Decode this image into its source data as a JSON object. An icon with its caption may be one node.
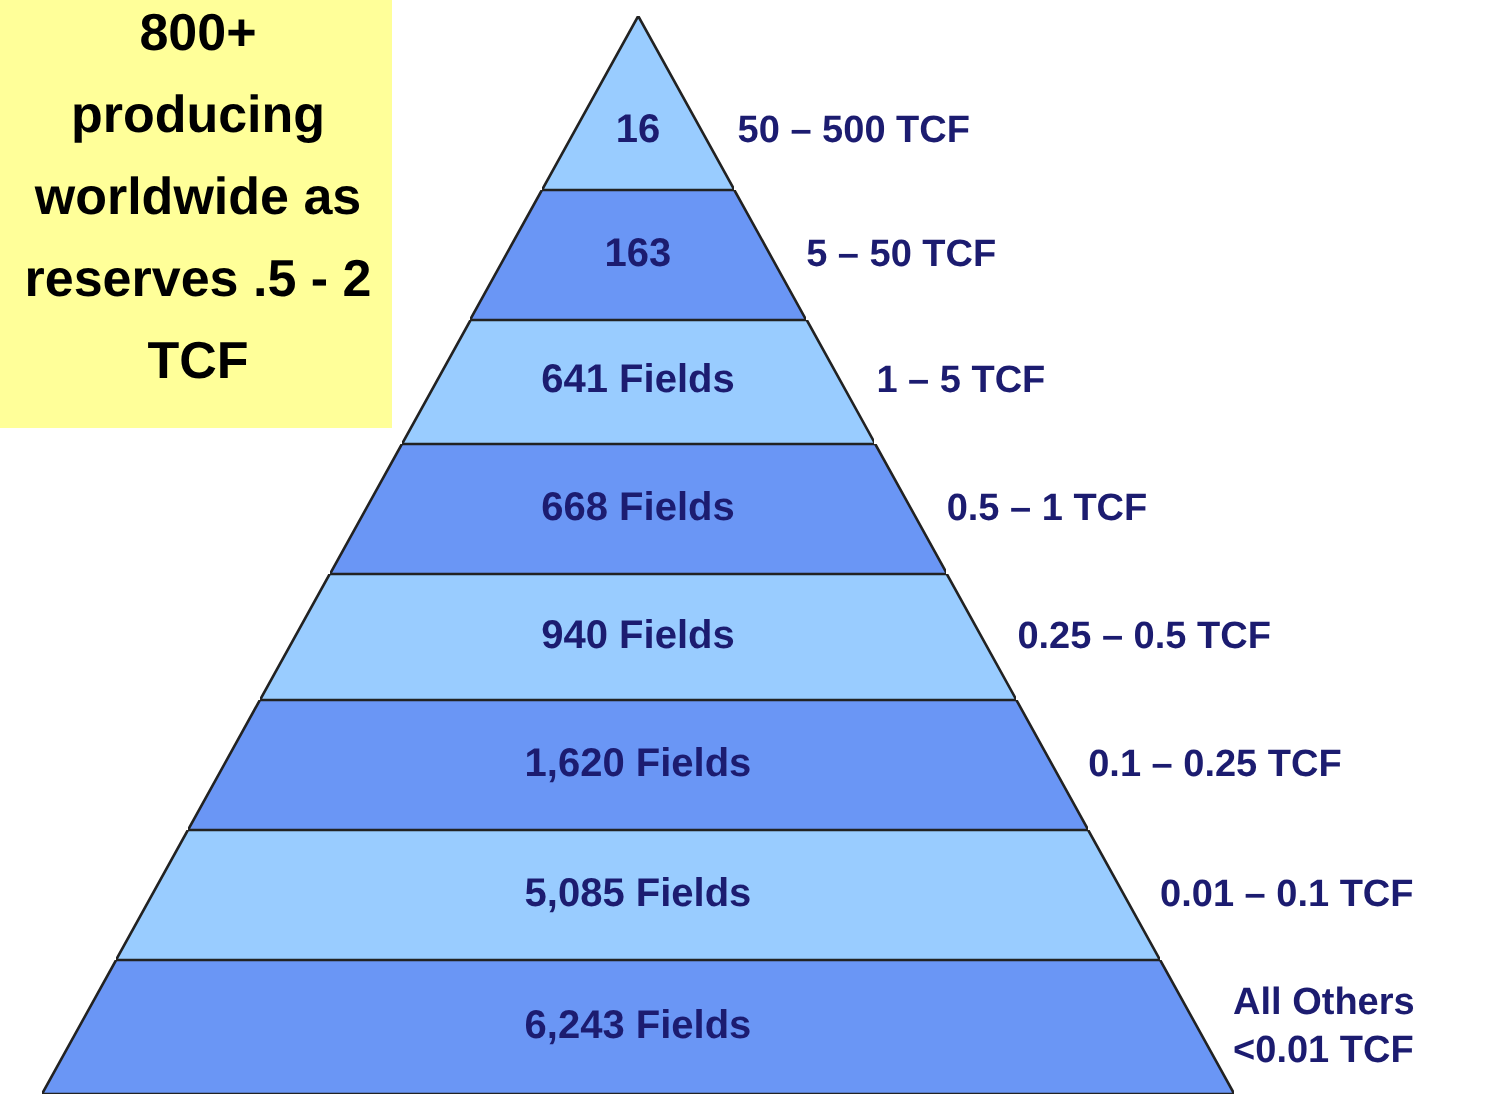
{
  "diagram": {
    "nodes": [
      {
        "text": [
          "800+ producing worldwide as reserves .5 - 2 TCF"
        ]
      },
      {
        "text": [
          "16"
        ],
        "beside": [
          "50 – 500 TCF"
        ]
      },
      {
        "text": [
          "163"
        ],
        "beside": [
          "5 – 50 TCF"
        ]
      },
      {
        "text": [
          "641 Fields"
        ],
        "beside": [
          "1 – 5 TCF"
        ]
      },
      {
        "text": [
          "668 Fields"
        ],
        "beside": [
          "0.5 – 1 TCF"
        ]
      },
      {
        "text": [
          "940 Fields"
        ],
        "beside": [
          "0.25 – 0.5 TCF"
        ]
      },
      {
        "text": [
          "1,620 Fields"
        ],
        "beside": [
          "0.1 – 0.25 TCF"
        ]
      },
      {
        "text": [
          "5,085 Fields"
        ],
        "beside": [
          "0.01 – 0.1 TCF"
        ]
      },
      {
        "text": [
          "6,243 Fields"
        ],
        "beside": [
          "All Others <0.01 TCF"
        ]
      }
    ],
    "edges": []
  }
}
